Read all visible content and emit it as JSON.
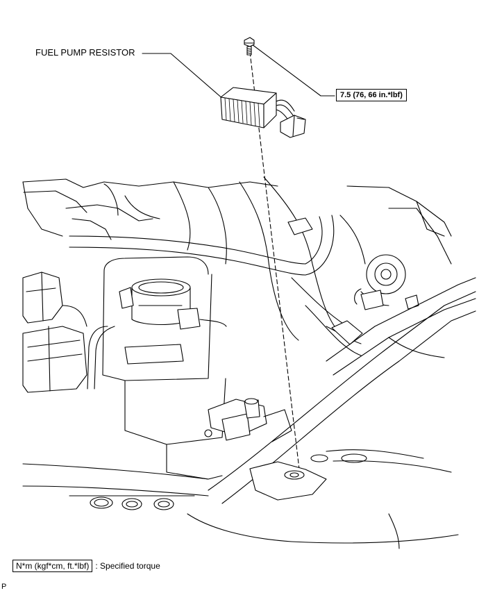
{
  "callouts": {
    "part_label": "FUEL PUMP RESISTOR",
    "torque_value": "7.5 (76,  66 in.*lbf)"
  },
  "legend": {
    "unit_box": "N*m (kgf*cm, ft.*lbf)",
    "description": ": Specified torque"
  },
  "corner_mark": "P",
  "icons": [
    "bolt-icon",
    "resistor-icon",
    "connector-icon"
  ]
}
